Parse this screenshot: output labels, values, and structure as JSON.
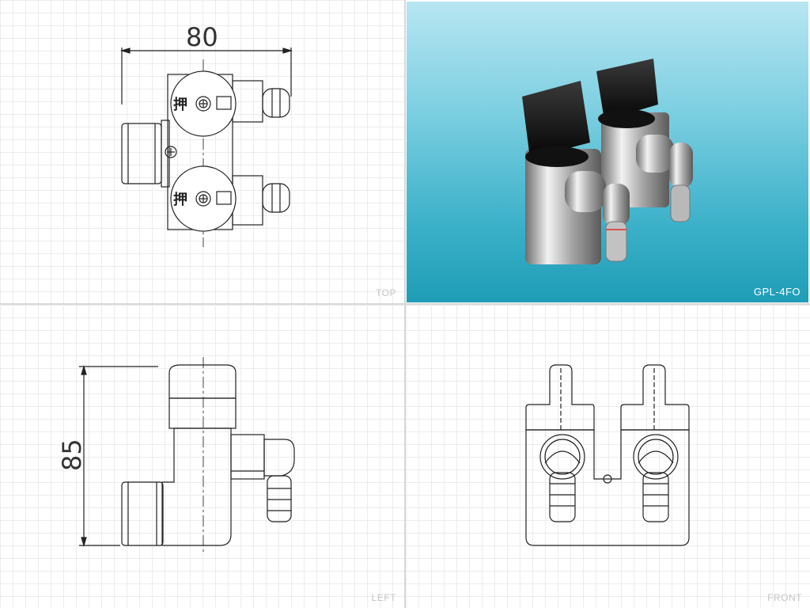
{
  "views": {
    "top": {
      "label": "TOP"
    },
    "photo": {
      "label": "GPL-4FO"
    },
    "left": {
      "label": "LEFT"
    },
    "front": {
      "label": "FRONT"
    }
  },
  "dimensions": {
    "width": "80",
    "height": "85"
  },
  "drawing": {
    "valve_marks": [
      "押",
      "押"
    ]
  },
  "colors": {
    "line": "#222222",
    "grid": "#ececec",
    "photo_bg_top": "#b8e6f2",
    "photo_bg_bottom": "#1f9db7",
    "knob": "#1a1a1a",
    "chrome": "#c8c8c8"
  }
}
